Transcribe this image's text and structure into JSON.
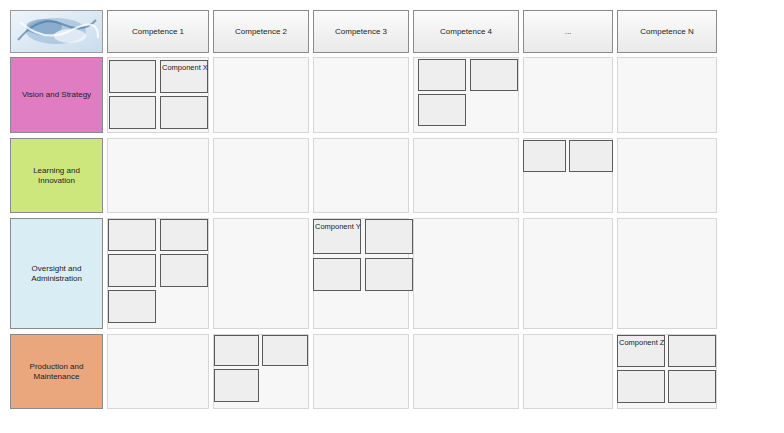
{
  "diagram": {
    "nodes": [
      {
        "text": [
          "Competence 1"
        ]
      },
      {
        "text": [
          "Competence 2"
        ]
      },
      {
        "text": [
          "Competence 3"
        ]
      },
      {
        "text": [
          "Competence 4"
        ]
      },
      {
        "text": [
          "..."
        ]
      },
      {
        "text": [
          "Competence N"
        ]
      },
      {
        "text": [
          "Vision and Strategy"
        ]
      },
      {
        "text": [
          "Component X"
        ]
      },
      {
        "text": [
          "Learning and Innovation"
        ]
      },
      {
        "text": [
          "Oversight and Administration"
        ]
      },
      {
        "text": [
          "Component Y"
        ]
      },
      {
        "text": [
          "Production and Maintenance"
        ]
      },
      {
        "text": [
          "Component Z"
        ]
      }
    ]
  }
}
